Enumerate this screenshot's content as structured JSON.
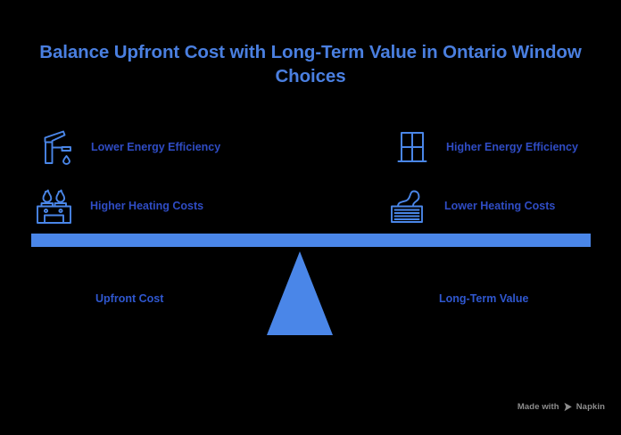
{
  "title": "Balance Upfront Cost with Long-Term Value in Ontario Window Choices",
  "colors": {
    "background": "#000000",
    "title": "#4a7fe0",
    "beam": "#4a86e8",
    "fulcrum": "#4a86e8",
    "icon_stroke": "#4a86e8",
    "feature_label": "#2f4cc4",
    "pan_label": "#2f57cf",
    "watermark": "#8d8d8d"
  },
  "left_side": {
    "pan_label": "Upfront Cost",
    "features": [
      {
        "icon": "faucet-drip-icon",
        "label": "Lower Energy Efficiency"
      },
      {
        "icon": "stove-flames-icon",
        "label": "Higher Heating Costs"
      }
    ]
  },
  "right_side": {
    "pan_label": "Long-Term Value",
    "features": [
      {
        "icon": "window-pane-icon",
        "label": "Higher Energy Efficiency"
      },
      {
        "icon": "radiator-heat-icon",
        "label": "Lower Heating Costs"
      }
    ]
  },
  "seesaw": {
    "beam_name": "balance-beam",
    "fulcrum_name": "balance-fulcrum-triangle"
  },
  "watermark": {
    "prefix": "Made with",
    "brand": "Napkin",
    "logo": "napkin-logo-icon"
  }
}
